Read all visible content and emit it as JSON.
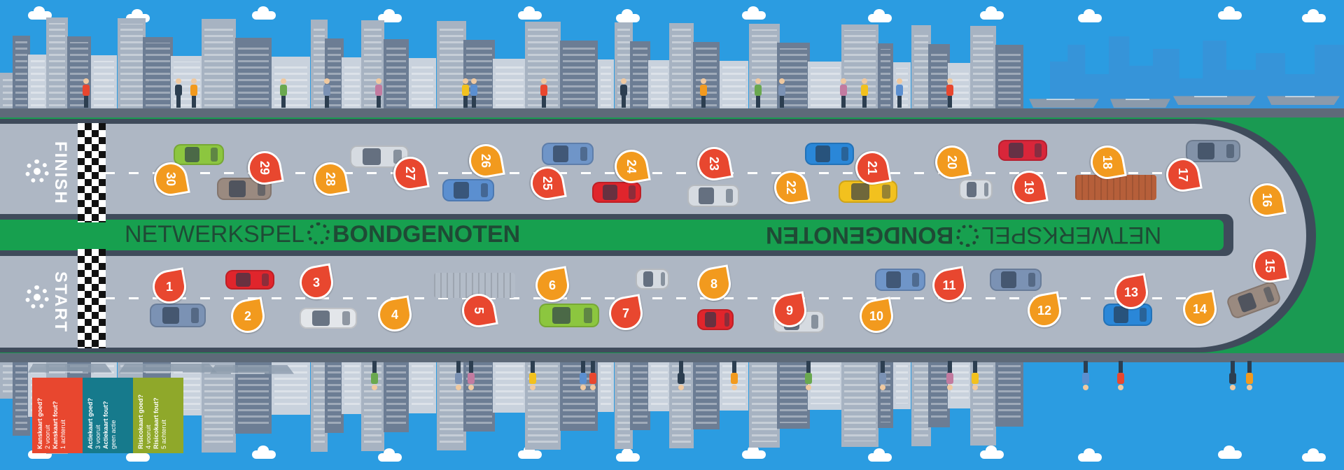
{
  "game": {
    "title_regular": "NETWERKSPEL",
    "title_bold": "BONDGENOTEN",
    "start_label": "START",
    "finish_label": "FINISH"
  },
  "markers": [
    {
      "n": "1",
      "color": "red"
    },
    {
      "n": "2",
      "color": "orange"
    },
    {
      "n": "3",
      "color": "red"
    },
    {
      "n": "4",
      "color": "orange"
    },
    {
      "n": "5",
      "color": "red"
    },
    {
      "n": "6",
      "color": "orange"
    },
    {
      "n": "7",
      "color": "red"
    },
    {
      "n": "8",
      "color": "orange"
    },
    {
      "n": "9",
      "color": "red"
    },
    {
      "n": "10",
      "color": "orange"
    },
    {
      "n": "11",
      "color": "red"
    },
    {
      "n": "12",
      "color": "orange"
    },
    {
      "n": "13",
      "color": "red"
    },
    {
      "n": "14",
      "color": "orange"
    },
    {
      "n": "15",
      "color": "red"
    },
    {
      "n": "16",
      "color": "orange"
    },
    {
      "n": "17",
      "color": "red"
    },
    {
      "n": "18",
      "color": "orange"
    },
    {
      "n": "19",
      "color": "red"
    },
    {
      "n": "20",
      "color": "orange"
    },
    {
      "n": "21",
      "color": "red"
    },
    {
      "n": "22",
      "color": "orange"
    },
    {
      "n": "23",
      "color": "red"
    },
    {
      "n": "24",
      "color": "orange"
    },
    {
      "n": "25",
      "color": "red"
    },
    {
      "n": "26",
      "color": "orange"
    },
    {
      "n": "27",
      "color": "red"
    },
    {
      "n": "28",
      "color": "orange"
    },
    {
      "n": "29",
      "color": "red"
    },
    {
      "n": "30",
      "color": "orange"
    }
  ],
  "legend": {
    "kans": {
      "line1": "Kanskaart goed?",
      "line2": "2 vooruit",
      "line3": "Kanskaart fout?",
      "line4": "1 achteruit"
    },
    "actie": {
      "line1": "Actiekaart goed?",
      "line2": "3 vooruit",
      "line3": "Actiekaart fout?",
      "line4": "geen actie"
    },
    "risico": {
      "line1": "Risicokaart goed?",
      "line2": "4 vooruit",
      "line3": "Risicokaart fout?",
      "line4": "5 achteruit"
    }
  },
  "colors": {
    "marker_red": "#e8472f",
    "marker_orange": "#f29a1e",
    "road": "#aeb7c4",
    "median": "#17a04f",
    "sky": "#2b9ce1"
  }
}
